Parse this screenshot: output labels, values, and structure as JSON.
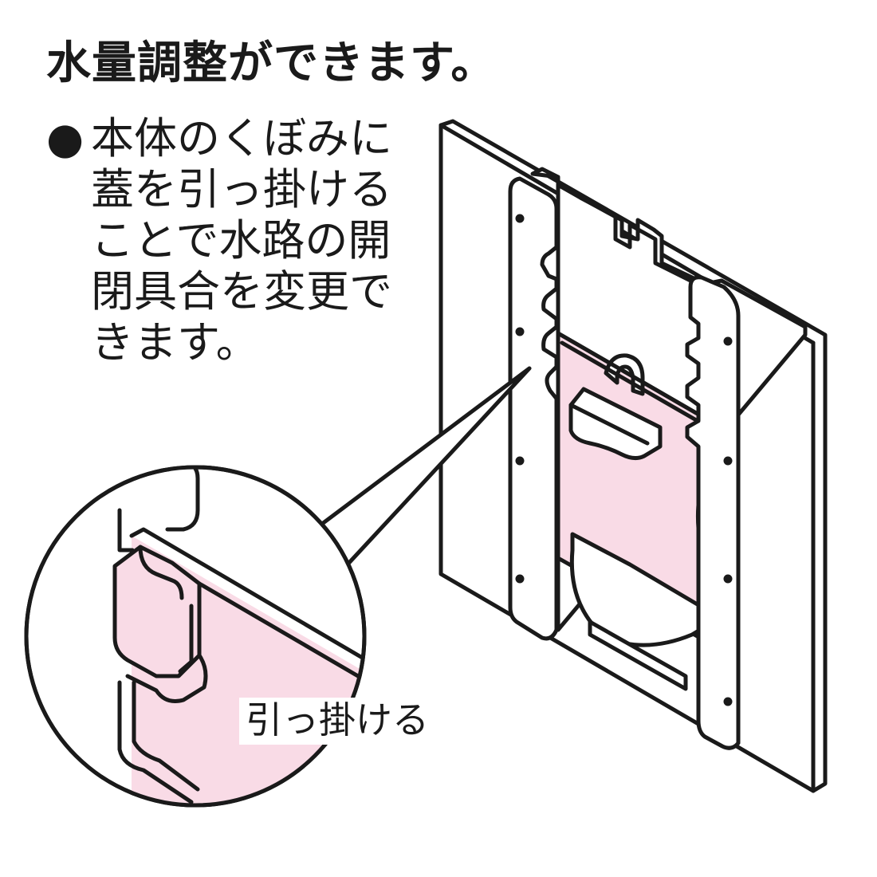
{
  "title": "水量調整ができます。",
  "description": {
    "bullet": "●",
    "lines": [
      "本体のくぼみに",
      "蓋を引っ掛ける",
      "ことで水路の開",
      "閉具合を変更で",
      "きます。"
    ]
  },
  "callout": {
    "label": "引っ掛ける"
  },
  "colors": {
    "accent_pink": "#f9dbe6",
    "line": "#1a1a1a",
    "background": "#ffffff"
  }
}
